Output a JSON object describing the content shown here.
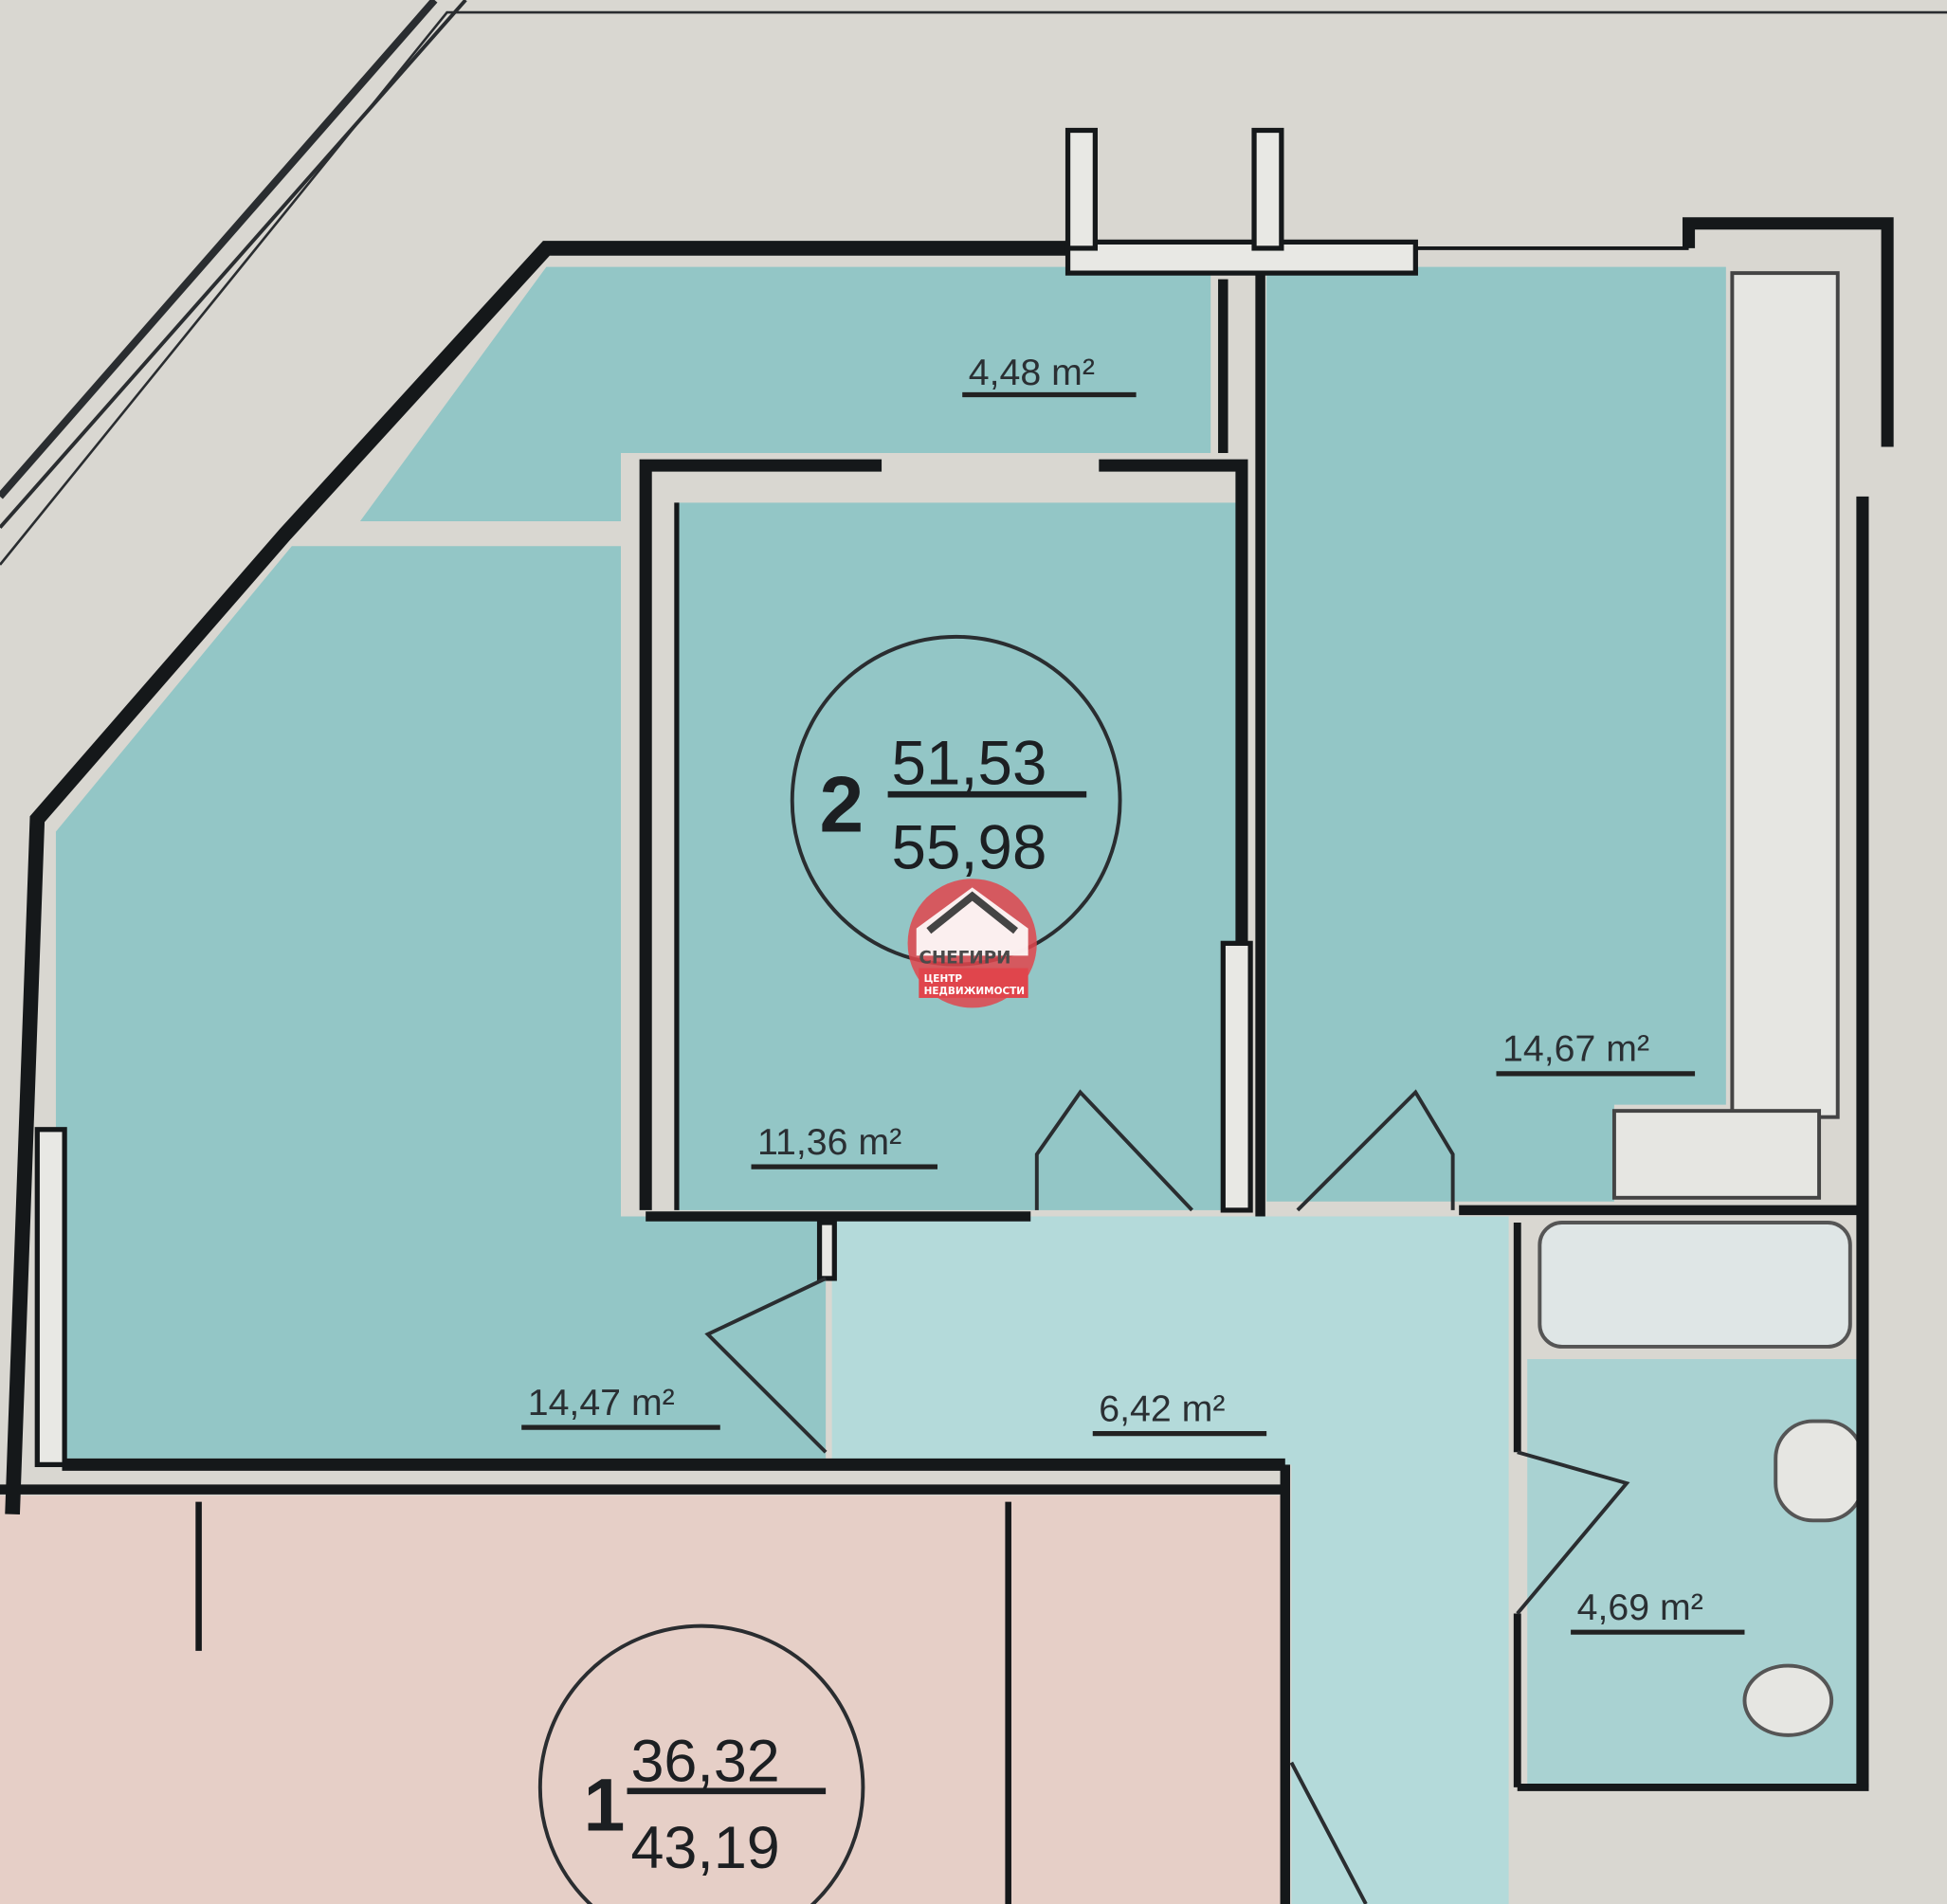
{
  "apartment_main": {
    "rooms": "2",
    "living_area": "51,53",
    "total_area": "55,98"
  },
  "apartment_bottom": {
    "rooms": "1",
    "living_area": "36,32",
    "total_area": "43,19"
  },
  "room_labels": {
    "balcony": "4,48 m²",
    "bedroom": "11,36 m²",
    "kitchen": "14,67 m²",
    "living_room": "14,47 m²",
    "hallway": "6,42 m²",
    "bathroom": "4,69 m²"
  },
  "watermark": {
    "brand": "СНЕГИРИ",
    "line1": "ЦЕНТР",
    "line2": "НЕДВИЖИМОСТИ"
  },
  "colors": {
    "room_fill": "#93c6c6",
    "hall_fill": "#b4dada",
    "neighbor_fill": "#e6cfc7",
    "wall": "#15181a",
    "background": "#d9d7d1",
    "logo_red": "#e0454c"
  }
}
